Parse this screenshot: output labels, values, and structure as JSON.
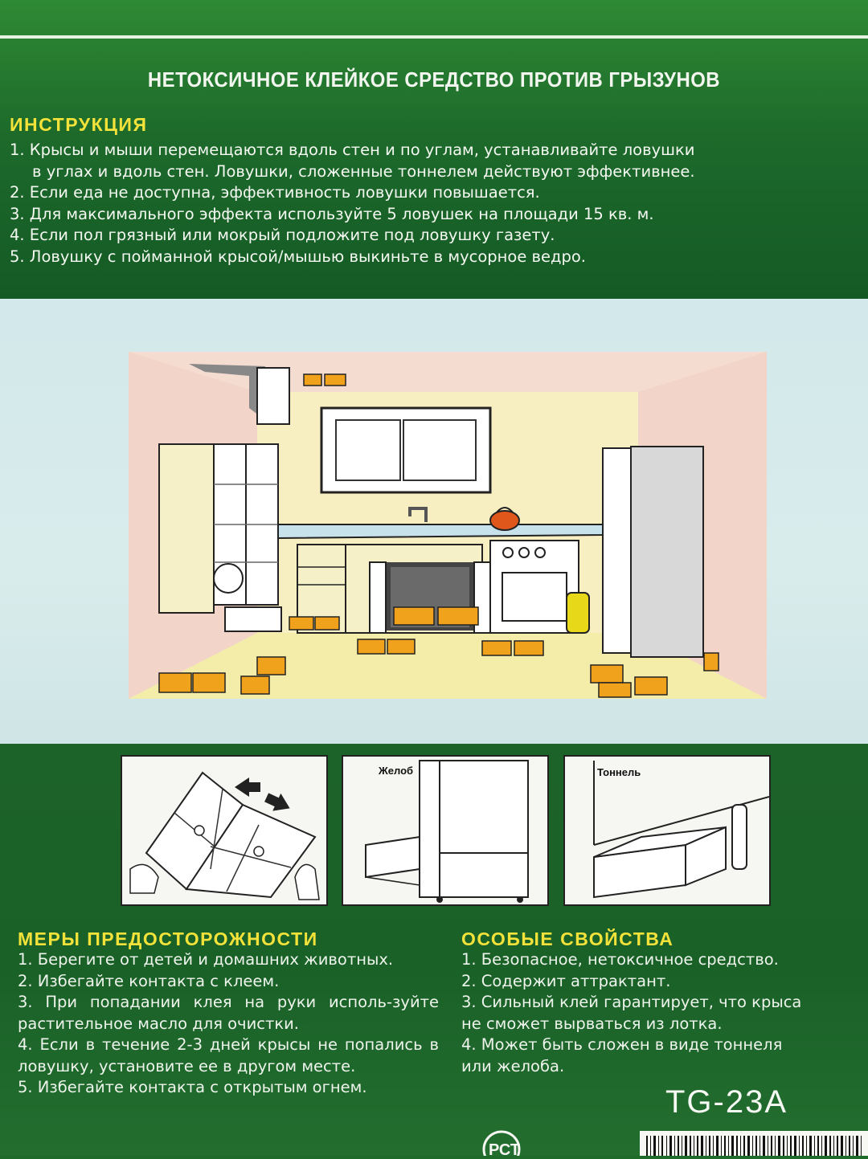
{
  "header": {
    "title": "НЕТОКСИЧНОЕ КЛЕЙКОЕ СРЕДСТВО ПРОТИВ ГРЫЗУНОВ"
  },
  "instructions": {
    "heading": "ИНСТРУКЦИЯ",
    "lines": [
      "1. Крысы и мыши перемещаются вдоль стен и по углам, устанавливайте ловушки",
      "    в углах и вдоль стен. Ловушки, сложенные тоннелем действуют эффективнее.",
      "2. Если еда не доступна, эффективность ловушки повышается.",
      "3. Для максимального эффекта используйте 5 ловушек на площади 15 кв. м.",
      "4. Если пол грязный или мокрый подложите под ловушку газету.",
      "5. Ловушку с пойманной крысой/мышью выкиньте в мусорное ведро."
    ]
  },
  "panels": {
    "gutter_label": "Желоб",
    "tunnel_label": "Тоннель"
  },
  "precautions": {
    "heading": "МЕРЫ ПРЕДОСТОРОЖНОСТИ",
    "items": [
      "1. Берегите от детей и домашних животных.",
      "2. Избегайте контакта с клеем.",
      "3. При попадании клея на руки исполь-зуйте растительное масло для очистки.",
      "4. Если в течение 2-3 дней крысы не попались в ловушку, установите ее в другом месте.",
      "5. Избегайте контакта с открытым огнем."
    ]
  },
  "features": {
    "heading": "ОСОБЫЕ СВОЙСТВА",
    "lines": [
      "1. Безопасное, нетоксичное средство.",
      "2. Содержит аттрактант.",
      "3. Сильный клей гарантирует, что крыса",
      "не сможет вырваться из лотка.",
      "4. Может быть сложен в виде тоннеля",
      "или желоба."
    ]
  },
  "model": "TG-23A",
  "certification_mark": "РСТ",
  "colors": {
    "green_dark": "#1a6128",
    "heading_yellow": "#f2e23a",
    "trap_orange": "#f0a21c"
  }
}
